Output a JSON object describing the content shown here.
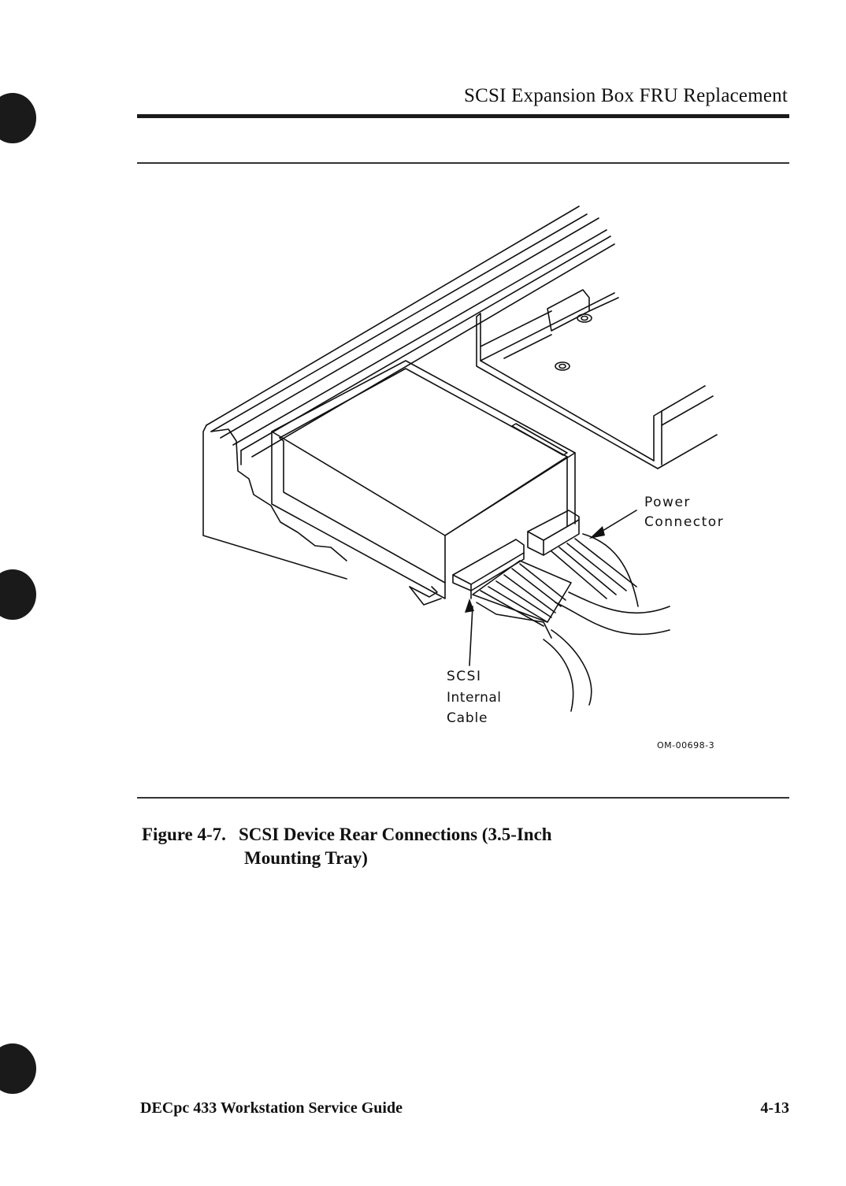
{
  "header": {
    "title": "SCSI Expansion Box FRU Replacement"
  },
  "figure": {
    "labels": {
      "power_line1": "Power",
      "power_line2": "Connector",
      "scsi_line1": "SCSI",
      "scsi_line2": "Internal",
      "scsi_line3": "Cable"
    },
    "id": "OM-00698-3"
  },
  "caption": {
    "number": "Figure 4-7.",
    "title_line1": "SCSI Device Rear Connections (3.5-Inch",
    "title_line2": "Mounting Tray)"
  },
  "footer": {
    "guide_title": "DECpc 433 Workstation Service Guide",
    "page_number": "4-13"
  }
}
